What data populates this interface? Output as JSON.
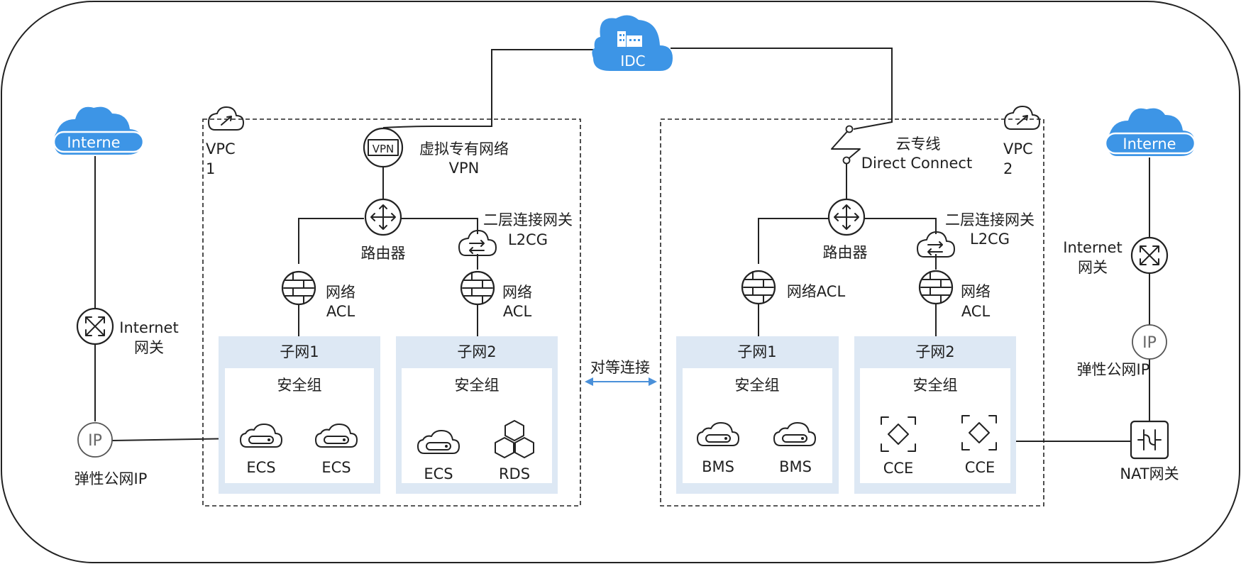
{
  "colors": {
    "cloud_blue": "#3d95e6",
    "subnet_fill": "#dde8f4",
    "peering_arrow": "#4a90d9"
  },
  "idc": {
    "label": "IDC",
    "icon": "building-cloud-icon"
  },
  "internet_left": {
    "label": "Interne",
    "icon": "cloud-icon"
  },
  "internet_right": {
    "label": "Interne",
    "icon": "cloud-icon"
  },
  "left_side": {
    "gateway_label_1": "Internet",
    "gateway_label_2": "网关",
    "eip_label": "弹性公网IP",
    "eip_icon_text": "IP"
  },
  "right_side": {
    "gateway_label_1": "Internet",
    "gateway_label_2": "网关",
    "eip_label": "弹性公网IP",
    "eip_icon_text": "IP",
    "nat_label": "NAT网关"
  },
  "vpc1": {
    "name_1": "VPC",
    "name_2": "1",
    "vpn_label_1": "虚拟专有网络",
    "vpn_label_2": "VPN",
    "vpn_icon_text": "VPN",
    "router_label": "路由器",
    "l2cg_label_1": "二层连接网关",
    "l2cg_label_2": "L2CG",
    "subnet1": {
      "acl_label_1": "网络",
      "acl_label_2": "ACL",
      "title": "子网1",
      "sg_title": "安全组",
      "res1": "ECS",
      "res2": "ECS"
    },
    "subnet2": {
      "acl_label_1": "网络",
      "acl_label_2": "ACL",
      "title": "子网2",
      "sg_title": "安全组",
      "res1": "ECS",
      "res2": "RDS"
    }
  },
  "peering": {
    "label": "对等连接"
  },
  "vpc2": {
    "name_1": "VPC",
    "name_2": "2",
    "dc_label_1": "云专线",
    "dc_label_2": "Direct Connect",
    "router_label": "路由器",
    "l2cg_label_1": "二层连接网关",
    "l2cg_label_2": "L2CG",
    "subnet1": {
      "acl_label": "网络ACL",
      "title": "子网1",
      "sg_title": "安全组",
      "res1": "BMS",
      "res2": "BMS"
    },
    "subnet2": {
      "acl_label_1": "网络",
      "acl_label_2": "ACL",
      "title": "子网2",
      "sg_title": "安全组",
      "res1": "CCE",
      "res2": "CCE"
    }
  }
}
